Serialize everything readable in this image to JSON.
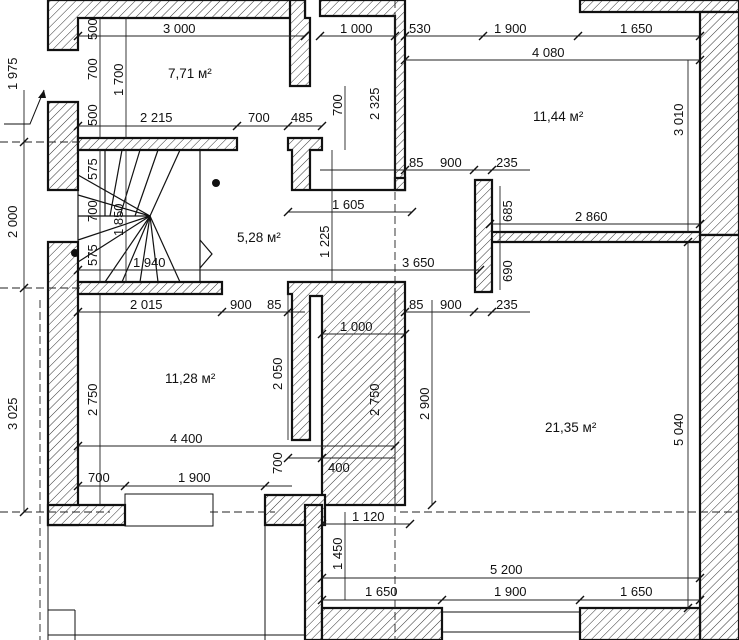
{
  "rooms": {
    "top_left": "7,71 м²",
    "top_right": "11,44 м²",
    "hall": "5,28 м²",
    "bottom_left": "11,28 м²",
    "bottom_right": "21,35 м²"
  },
  "dims": {
    "t1": "3 000",
    "t2": "1 000",
    "t3": "530",
    "t4": "1 900",
    "t5": "1 650",
    "t6": "4 080",
    "t7": "500",
    "t8": "700",
    "t9": "1 700",
    "t10": "500",
    "t11": "2 325",
    "t12": "700",
    "t13": "3 010",
    "t14": "2 215",
    "t15": "700",
    "t16": "485",
    "t17": "85",
    "t18": "900",
    "t19": "235",
    "t20": "575",
    "t21": "700",
    "t22": "1 850",
    "t23": "575",
    "t24": "1 605",
    "t25": "685",
    "t26": "2 860",
    "t27": "1 225",
    "t28": "1 940",
    "t29": "3 650",
    "t30": "690",
    "t31": "2 015",
    "t32": "900",
    "t33": "85",
    "t34": "85",
    "t35": "900",
    "t36": "235",
    "t37": "1 000",
    "t38": "2 050",
    "t39": "2 750",
    "t40": "2 750",
    "t41": "2 900",
    "t42": "5 040",
    "t43": "4 400",
    "t44": "700",
    "t45": "1 900",
    "t46": "700",
    "t47": "400",
    "t48": "1 120",
    "t49": "1 450",
    "t50": "5 200",
    "t51": "1 650",
    "t52": "1 900",
    "t53": "1 650",
    "l1": "1 975",
    "l2": "2 000",
    "l3": "3 025"
  }
}
